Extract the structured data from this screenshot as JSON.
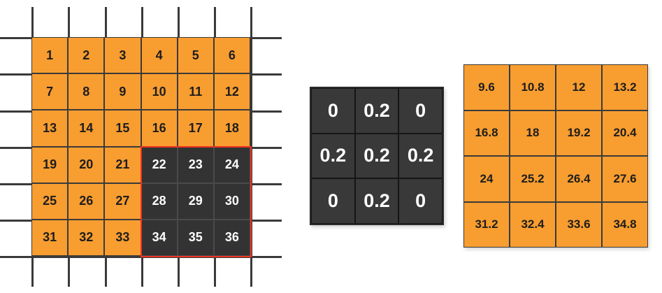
{
  "diagram": {
    "title": "convolution-operation",
    "colors": {
      "input_fill": "#f89d30",
      "receptive_field_fill": "#333333",
      "receptive_field_border": "#ee3322",
      "kernel_fill": "#393939",
      "grid_line": "#3a3a3a",
      "text_dark": "#1d1d1d",
      "text_light": "#ffffff"
    }
  },
  "input_grid": {
    "rows": 6,
    "cols": 6,
    "values": [
      [
        "1",
        "2",
        "3",
        "4",
        "5",
        "6"
      ],
      [
        "7",
        "8",
        "9",
        "10",
        "11",
        "12"
      ],
      [
        "13",
        "14",
        "15",
        "16",
        "17",
        "18"
      ],
      [
        "19",
        "20",
        "21",
        "22",
        "23",
        "24"
      ],
      [
        "25",
        "26",
        "27",
        "28",
        "29",
        "30"
      ],
      [
        "31",
        "32",
        "33",
        "34",
        "35",
        "36"
      ]
    ],
    "highlighted_cells": [
      "22",
      "23",
      "24",
      "28",
      "29",
      "30",
      "34",
      "35",
      "36"
    ],
    "guide_lines": {
      "horizontal_y": [
        53,
        105,
        158,
        210,
        262,
        314,
        366
      ],
      "vertical_x": [
        45,
        97,
        150,
        202,
        254,
        306,
        358
      ]
    }
  },
  "kernel": {
    "rows": 3,
    "cols": 3,
    "values": [
      [
        "0",
        "0.2",
        "0"
      ],
      [
        "0.2",
        "0.2",
        "0.2"
      ],
      [
        "0",
        "0.2",
        "0"
      ]
    ]
  },
  "output": {
    "rows": 4,
    "cols": 4,
    "values": [
      [
        "9.6",
        "10.8",
        "12",
        "13.2"
      ],
      [
        "16.8",
        "18",
        "19.2",
        "20.4"
      ],
      [
        "24",
        "25.2",
        "26.4",
        "27.6"
      ],
      [
        "31.2",
        "32.4",
        "33.6",
        "34.8"
      ]
    ]
  }
}
